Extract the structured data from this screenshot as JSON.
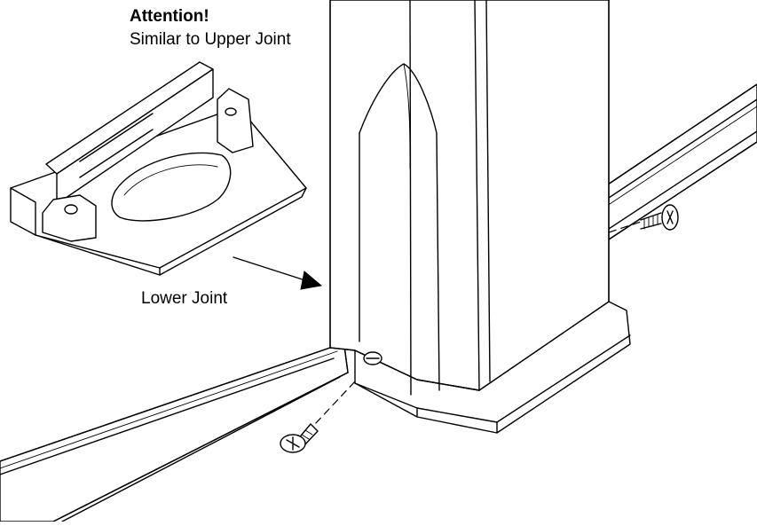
{
  "notes": {
    "attention_title": "Attention!",
    "attention_text": "Similar to Upper Joint"
  },
  "parts": {
    "lower_joint_label": "Lower Joint"
  }
}
